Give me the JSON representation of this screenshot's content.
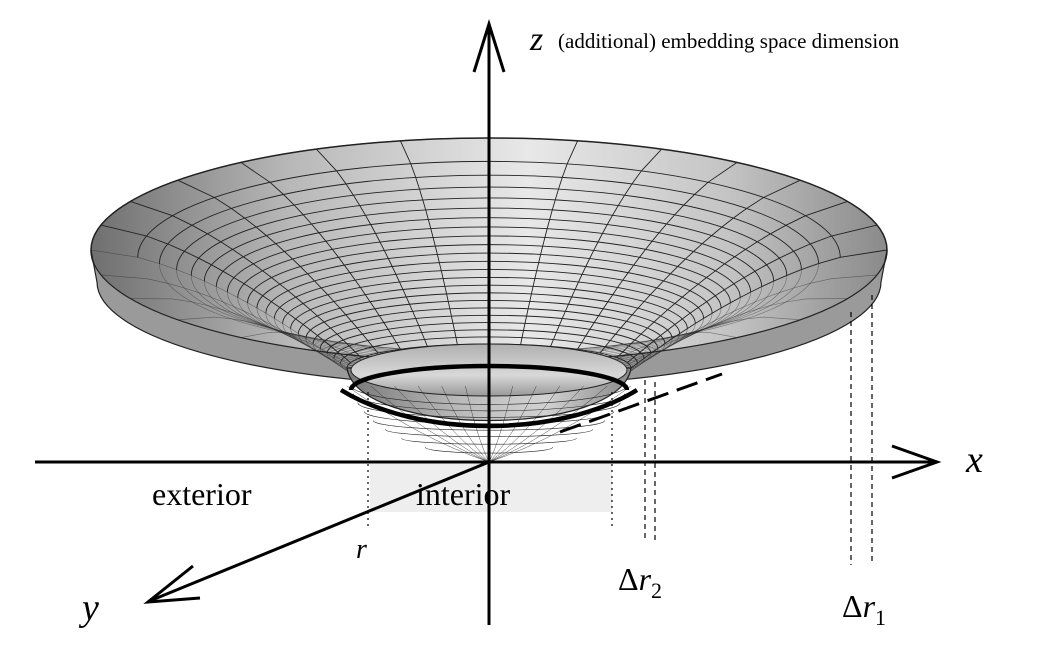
{
  "labels": {
    "z_axis_symbol": "z",
    "z_axis_text": "(additional) embedding space dimension",
    "x_axis": "x",
    "y_axis": "y",
    "exterior": "exterior",
    "interior": "interior",
    "r": "r",
    "delta_r2_delta": "Δ",
    "delta_r2_r": "r",
    "delta_r2_sub": "2",
    "delta_r1_delta": "Δ",
    "delta_r1_r": "r",
    "delta_r1_sub": "1"
  },
  "colors": {
    "surface_light": "#ededed",
    "surface_dark": "#7a7a7a",
    "grid_line": "#222222",
    "interior_band": "#eeeeee"
  }
}
